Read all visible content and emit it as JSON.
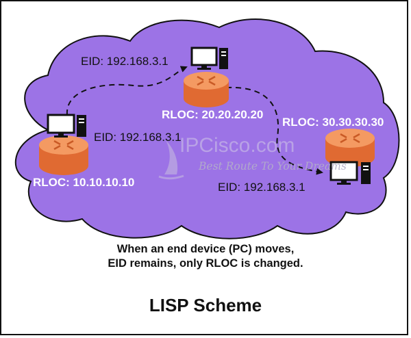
{
  "diagram": {
    "title": "LISP Scheme",
    "note_line1": "When an end device (PC) moves,",
    "note_line2": "EID remains, only RLOC is changed.",
    "watermark": {
      "brand": "IPCisco.com",
      "slogan": "Best Route To Your Dreams"
    },
    "sites": [
      {
        "rloc": "RLOC: 10.10.10.10",
        "eid": "EID: 192.168.3.1"
      },
      {
        "rloc": "RLOC: 20.20.20.20",
        "eid": "EID: 192.168.3.1"
      },
      {
        "rloc": "RLOC: 30.30.30.30",
        "eid": "EID: 192.168.3.1"
      }
    ],
    "colors": {
      "cloud": "#9c73e6",
      "router_body": "#e9733a",
      "router_top": "#f49a62",
      "monitor": "#111111",
      "text": "#111111",
      "rloc_text": "#ffffff"
    },
    "icons": [
      "cloud",
      "router-icon",
      "pc-icon",
      "dashed-arrow"
    ]
  }
}
